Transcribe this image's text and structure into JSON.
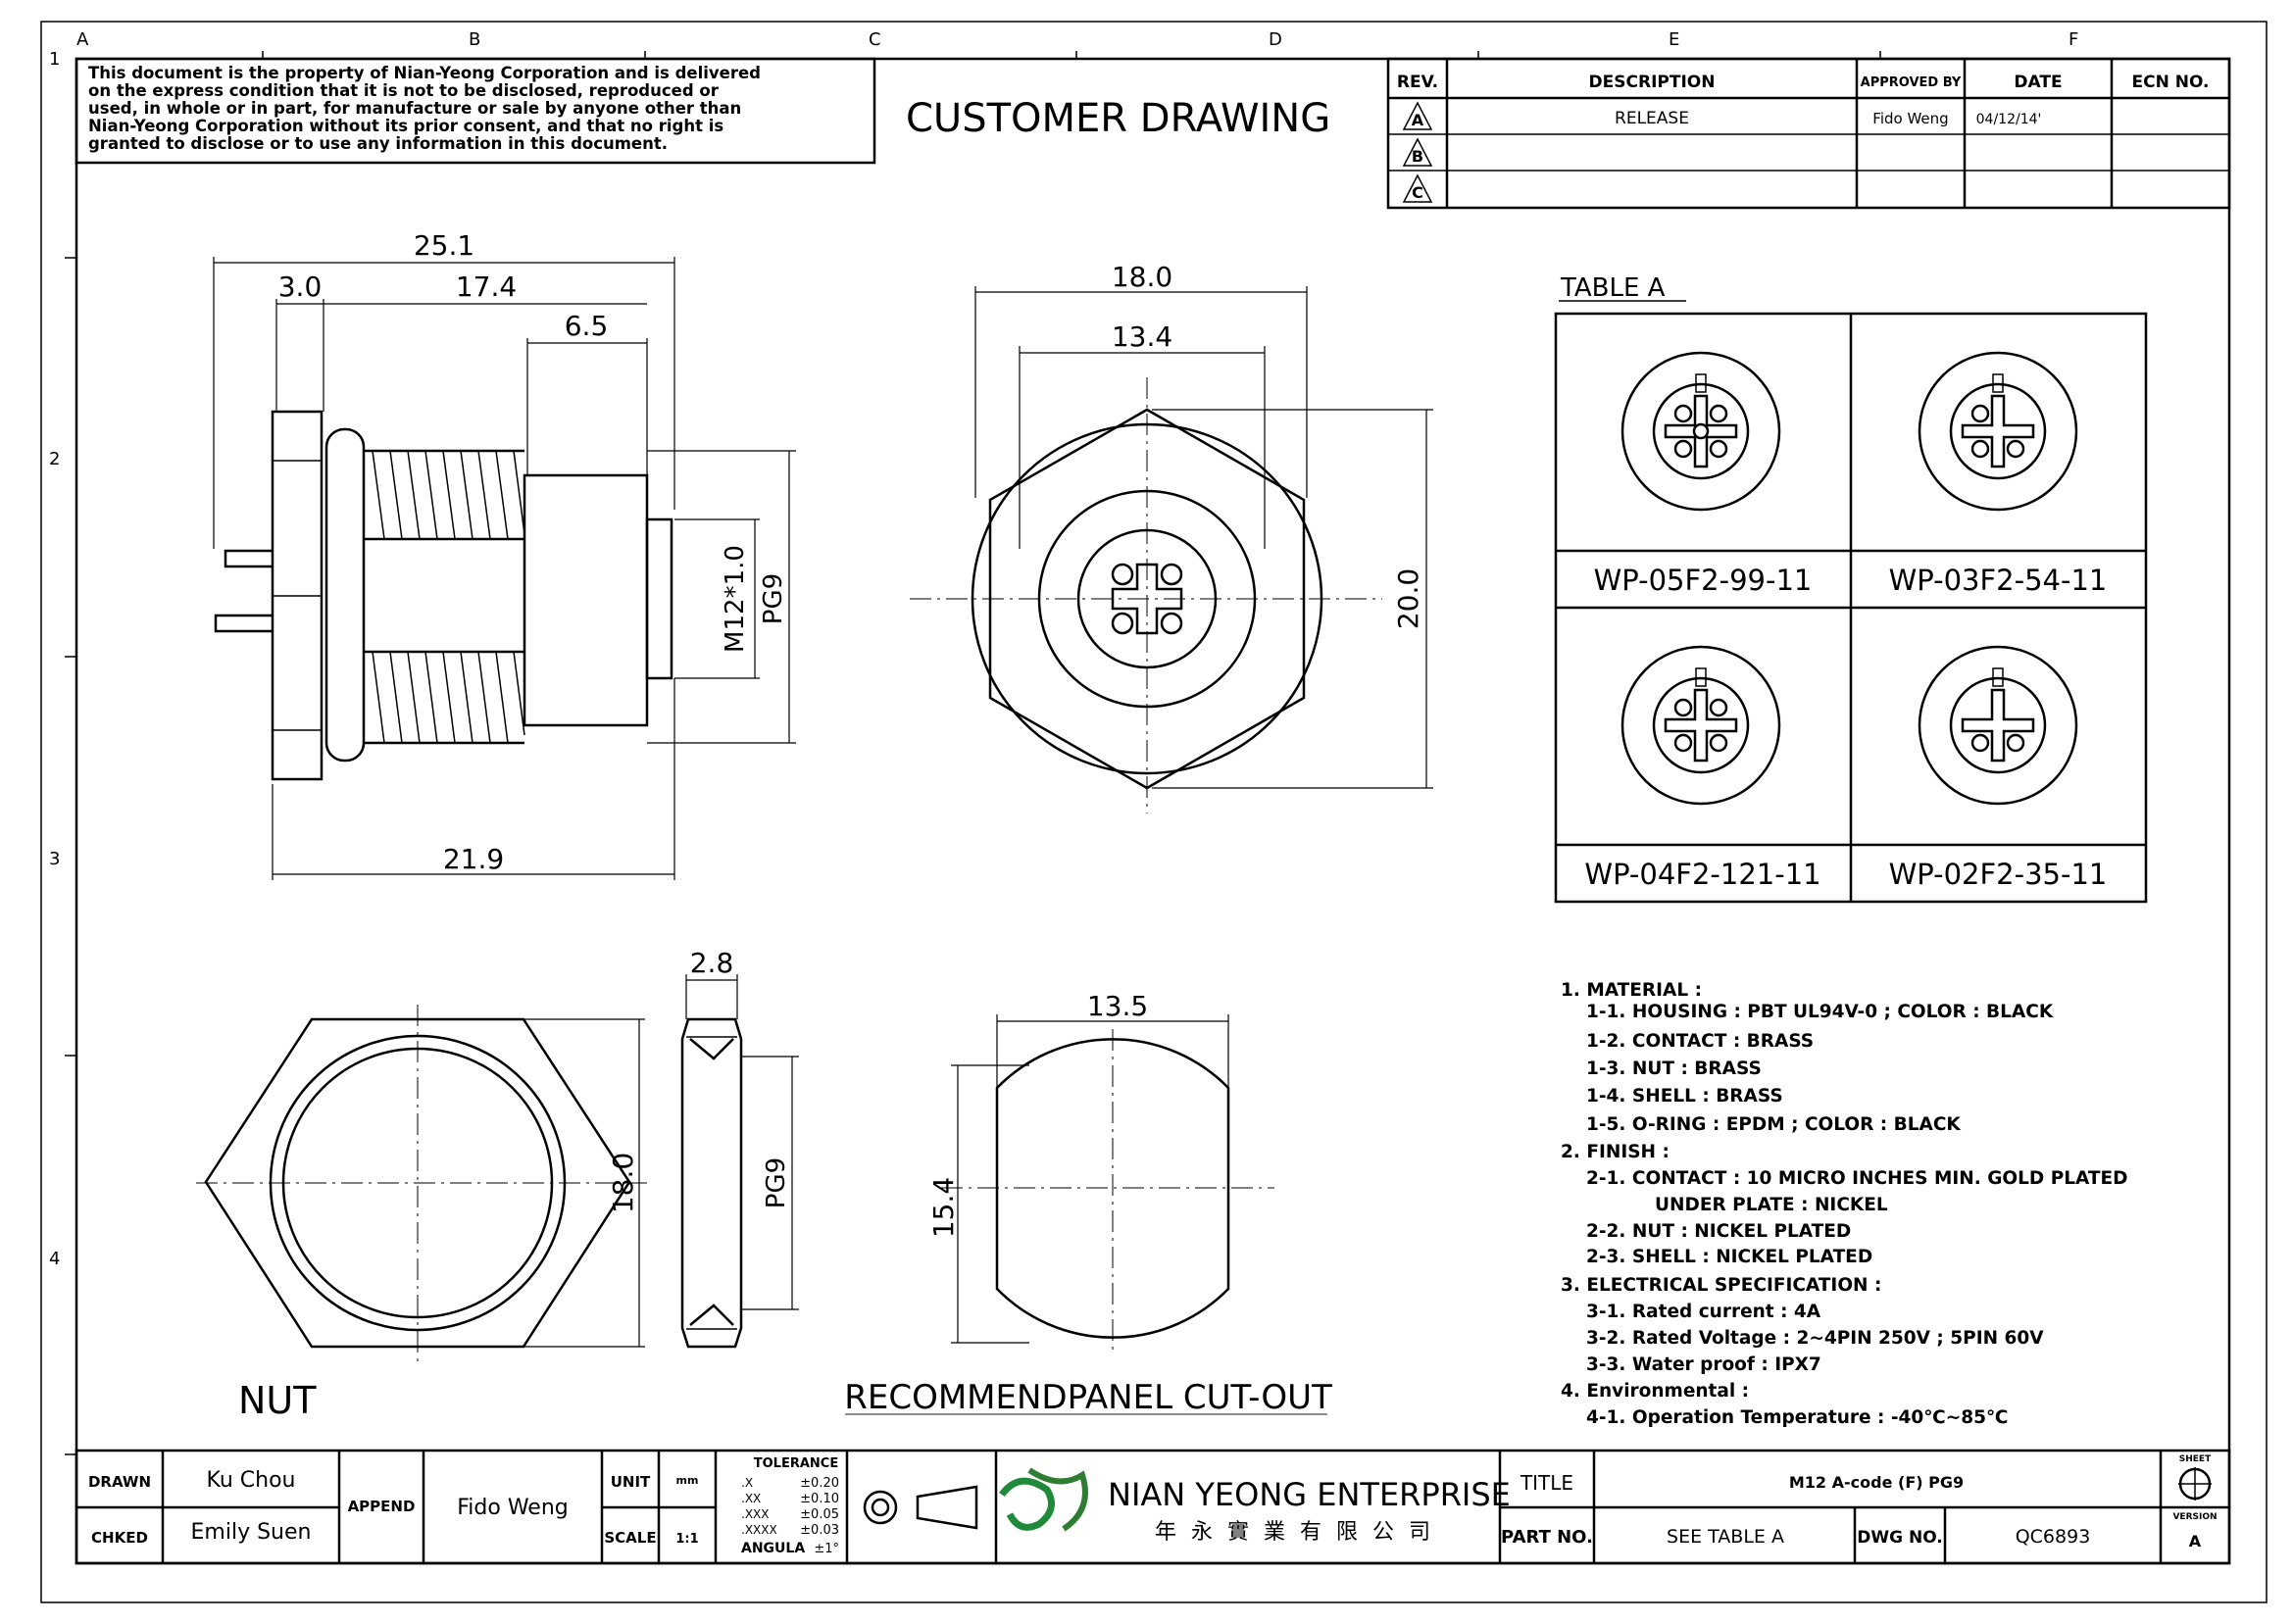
{
  "grid": {
    "columns": [
      "A",
      "B",
      "C",
      "D",
      "E",
      "F"
    ],
    "rows": [
      "1",
      "2",
      "3",
      "4"
    ]
  },
  "notice": {
    "lines": [
      "This document is the property of Nian-Yeong Corporation and is delivered",
      "on  the  express condition that it is not to be disclosed, reproduced or",
      "used, in whole or in part, for manufacture or sale by anyone other than",
      "Nian-Yeong Corporation without  its prior consent, and that  no right  is",
      "granted to disclose or to use any information in this  document."
    ]
  },
  "title_heading": "CUSTOMER  DRAWING",
  "revision_table": {
    "headers": [
      "REV.",
      "DESCRIPTION",
      "APPROVED BY",
      "DATE",
      "ECN NO."
    ],
    "rows": [
      {
        "rev": "A",
        "description": "RELEASE",
        "approved_by": "Fido Weng",
        "date": "04/12/14'",
        "ecn": ""
      },
      {
        "rev": "B",
        "description": "",
        "approved_by": "",
        "date": "",
        "ecn": ""
      },
      {
        "rev": "C",
        "description": "",
        "approved_by": "",
        "date": "",
        "ecn": ""
      }
    ]
  },
  "side_view": {
    "dim_overall": "25.1",
    "dim_flange": "3.0",
    "dim_body": "17.4",
    "dim_front": "6.5",
    "dim_bottom": "21.9",
    "thread_label": "M12*1.0",
    "pg_label": "PG9"
  },
  "front_view": {
    "dim_width": "18.0",
    "dim_inner": "13.4",
    "dim_height": "20.0"
  },
  "table_a": {
    "title": "TABLE  A",
    "parts": [
      "WP-05F2-99-11",
      "WP-03F2-54-11",
      "WP-04F2-121-11",
      "WP-02F2-35-11"
    ]
  },
  "nut_view": {
    "label": "NUT",
    "dim_height": "18.0",
    "dim_thickness": "2.8",
    "pg_label": "PG9"
  },
  "cutout_view": {
    "label": "RECOMMENDPANEL  CUT-OUT",
    "dim_width": "13.5",
    "dim_height": "15.4"
  },
  "specs": [
    {
      "text": "1.  MATERIAL :",
      "indent": 0
    },
    {
      "text": "1-1.  HOUSING : PBT UL94V-0 ; COLOR : BLACK",
      "indent": 1
    },
    {
      "text": "1-2.  CONTACT : BRASS",
      "indent": 1
    },
    {
      "text": "1-3.  NUT : BRASS",
      "indent": 1
    },
    {
      "text": "1-4.  SHELL : BRASS",
      "indent": 1
    },
    {
      "text": "1-5.  O-RING : EPDM ; COLOR : BLACK",
      "indent": 1
    },
    {
      "text": "2.  FINISH :",
      "indent": 0
    },
    {
      "text": "2-1.  CONTACT : 10 MICRO INCHES MIN. GOLD PLATED",
      "indent": 1
    },
    {
      "text": "UNDER PLATE : NICKEL",
      "indent": 2
    },
    {
      "text": "2-2.  NUT : NICKEL PLATED",
      "indent": 1
    },
    {
      "text": "2-3.  SHELL : NICKEL PLATED",
      "indent": 1
    },
    {
      "text": "3.  ELECTRICAL  SPECIFICATION :",
      "indent": 0
    },
    {
      "text": "3-1.  Rated  current : 4A",
      "indent": 1
    },
    {
      "text": "3-2.  Rated  Voltage : 2~4PIN 250V ; 5PIN 60V",
      "indent": 1
    },
    {
      "text": "3-3.  Water proof : IPX7",
      "indent": 1
    },
    {
      "text": "4.  Environmental :",
      "indent": 0
    },
    {
      "text": "4-1.  Operation  Temperature : -40℃~85℃",
      "indent": 1
    }
  ],
  "title_block": {
    "drawn_label": "DRAWN",
    "drawn_by": "Ku Chou",
    "checked_label": "CHKED",
    "checked_by": "Emily Suen",
    "append_label": "APPEND",
    "append_by": "Fido Weng",
    "unit_label": "UNIT",
    "unit_value": "mm",
    "scale_label": "SCALE",
    "scale_value": "1:1",
    "tolerance": {
      "title": "TOLERANCE",
      "rows": [
        {
          "k": ".X",
          "v": "±0.20"
        },
        {
          "k": ".XX",
          "v": "±0.10"
        },
        {
          "k": ".XXX",
          "v": "±0.05"
        },
        {
          "k": ".XXXX",
          "v": "±0.03"
        },
        {
          "k": "ANGULA",
          "v": "±1°"
        }
      ]
    },
    "company_en": "NIAN YEONG ENTERPRISE",
    "company_cn": "年 永 實 業 有 限 公 司",
    "title_label": "TITLE",
    "title_value": "M12 A-code (F) PG9",
    "part_label": "PART NO.",
    "part_value": "SEE TABLE A",
    "dwg_label": "DWG NO.",
    "dwg_value": "QC6893",
    "sheet_label": "SHEET",
    "version_label": "VERSION",
    "version_value": "A"
  }
}
